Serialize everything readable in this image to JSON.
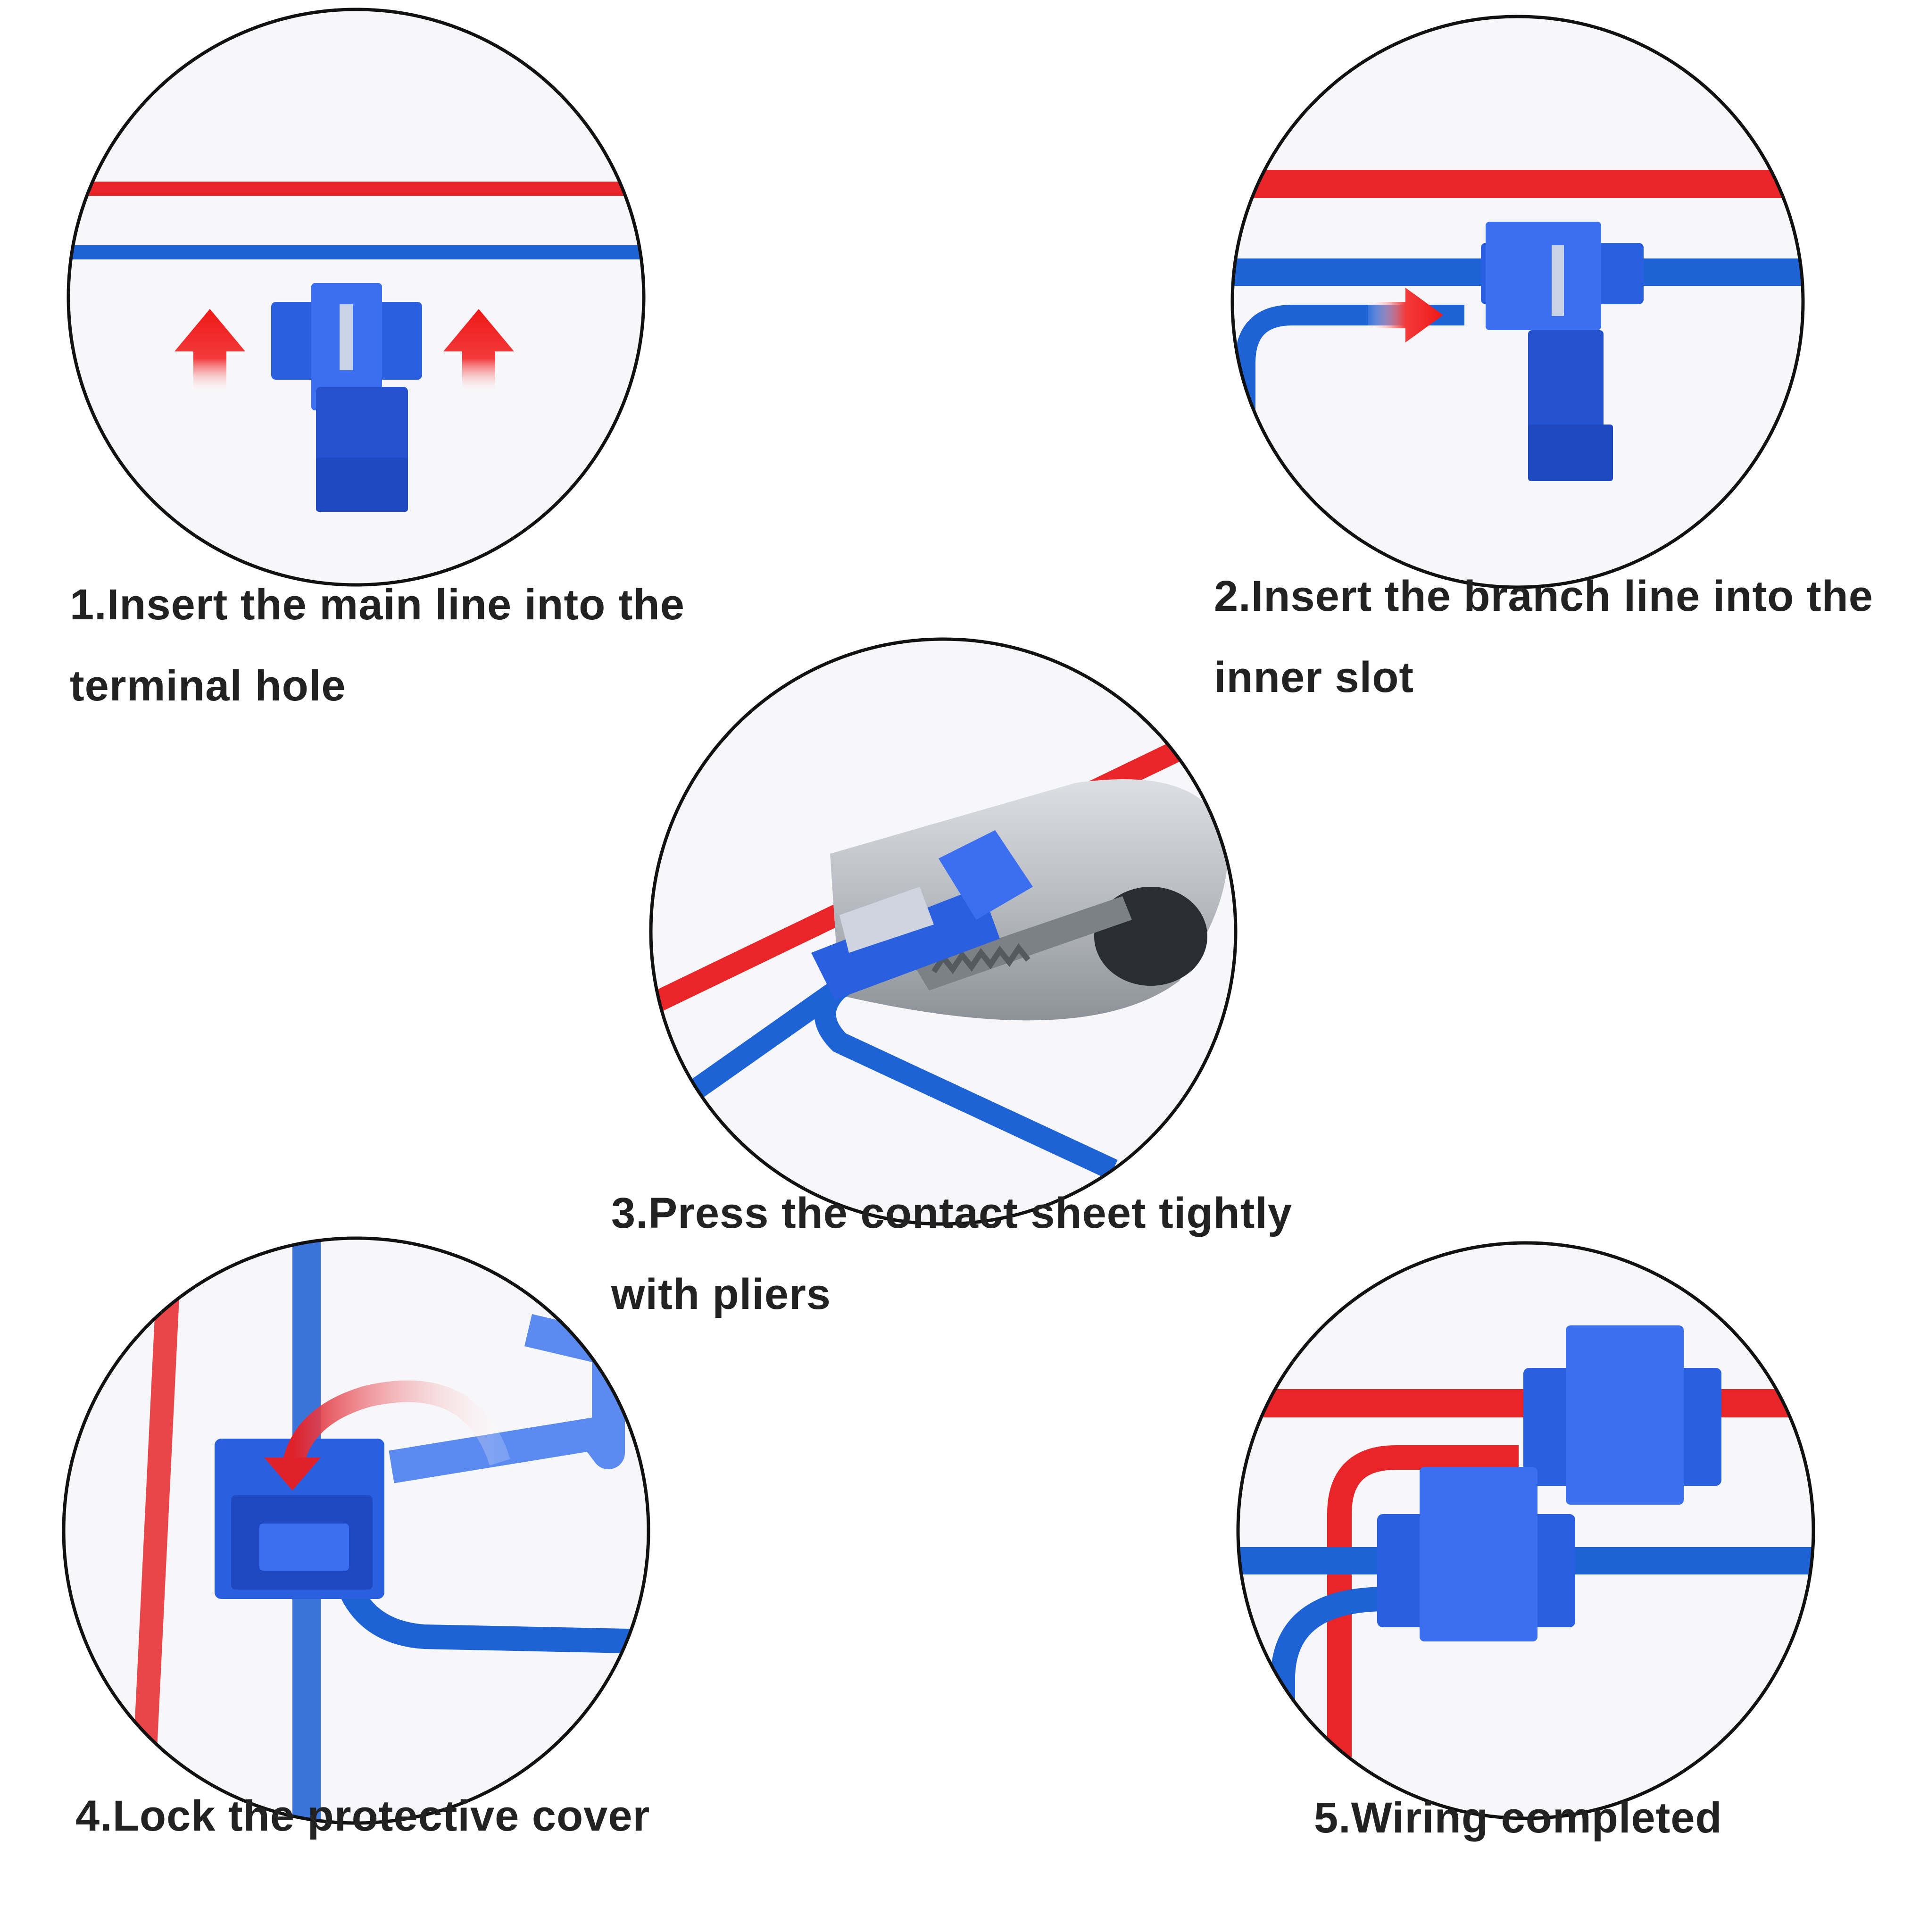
{
  "steps": [
    {
      "lines": [
        "1.Insert the main line into the",
        "terminal hole"
      ]
    },
    {
      "lines": [
        "2.Insert the branch line into the",
        "inner slot"
      ]
    },
    {
      "lines": [
        "3.Press the contact sheet tightly",
        "with pliers"
      ]
    },
    {
      "lines": [
        "4.Lock the protective cover"
      ]
    },
    {
      "lines": [
        "5.Wiring completed"
      ]
    }
  ],
  "colors": {
    "wire_red": "#e8262a",
    "wire_blue": "#1e63d6",
    "connector_blue": "#2a5fe0",
    "arrow_red": "#f01818",
    "circle_border": "#111111",
    "text": "#222222",
    "background": "#ffffff"
  }
}
